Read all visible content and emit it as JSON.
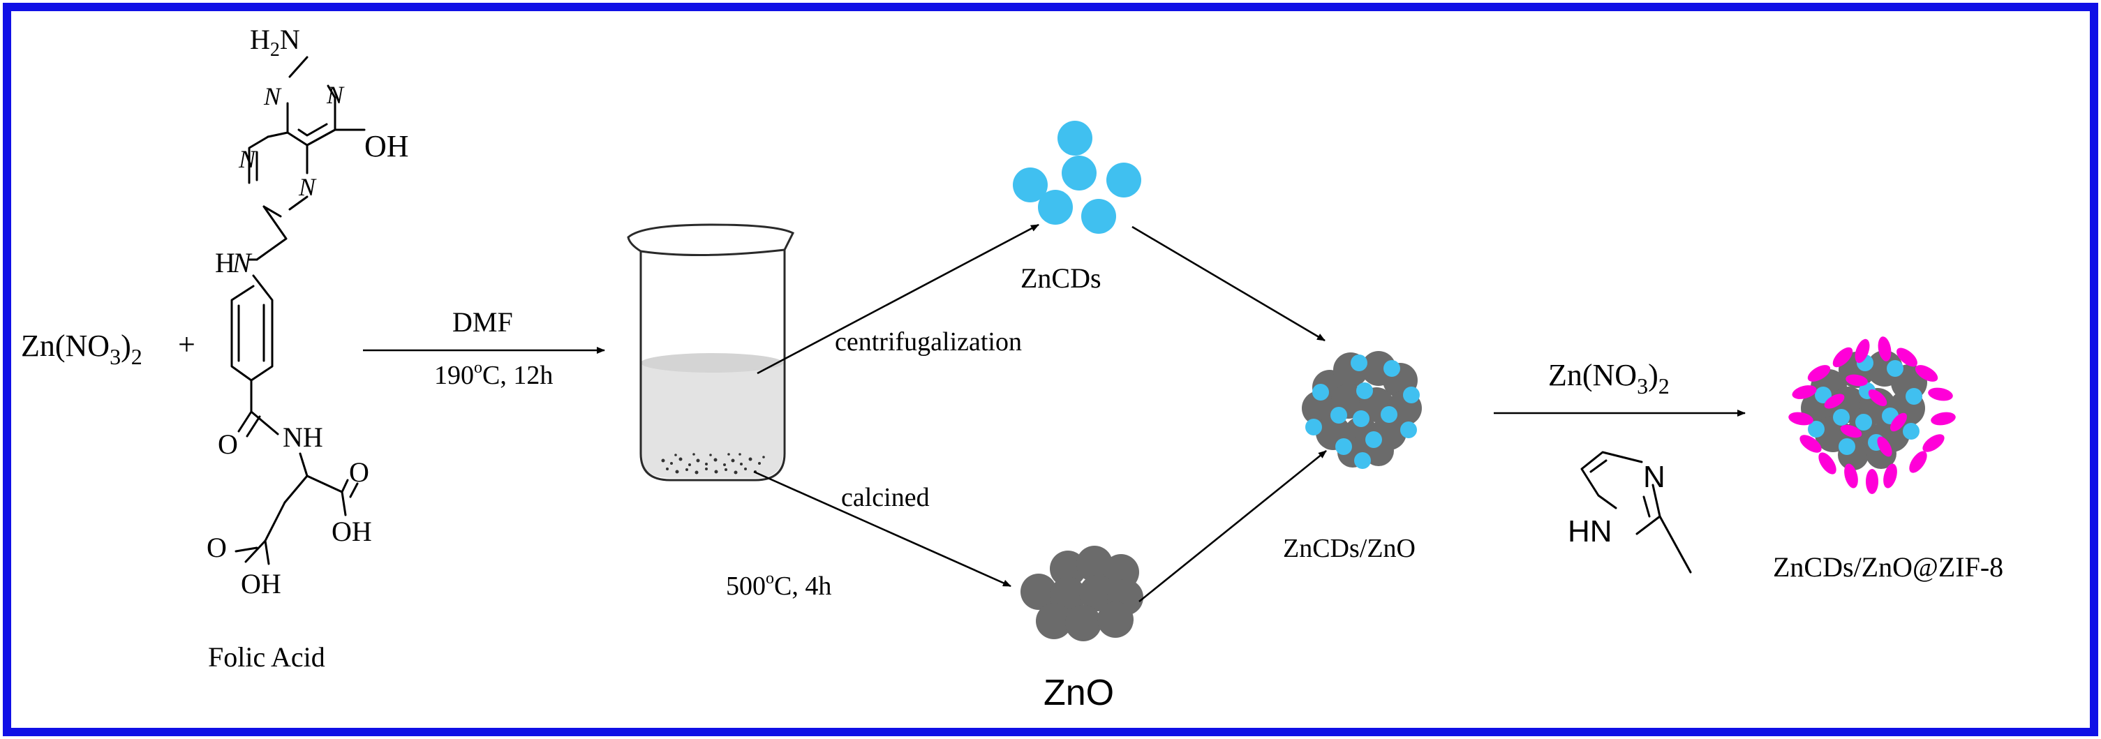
{
  "colors": {
    "frame": "#1010e6",
    "carbon_dot": "#40c0f0",
    "zno": "#6b6b6b",
    "zif8": "#ff00d8",
    "solution": "#e3e3e3"
  },
  "reagent": {
    "prefix": "Zn(NO",
    "sub": "3",
    "close": ")",
    "sub2": "2",
    "plus": "+"
  },
  "folic_acid": {
    "name": "Folic Acid",
    "atoms": {
      "h2n": "H",
      "h2n_sub": "2",
      "h2n_n": "N",
      "n1": "N",
      "n2": "N",
      "n3": "N",
      "n4": "N",
      "oh_ring": "OH",
      "hn": "H",
      "hn_n": "N",
      "amide_o": "O",
      "amide_nh": "NH",
      "acid1_o": "O",
      "acid1_oh": "OH",
      "acid2_o": "O",
      "acid2_oh": "OH"
    }
  },
  "step1": {
    "solvent": "DMF",
    "condition_temp": "190",
    "condition_deg": "o",
    "condition_rest": "C, 12h"
  },
  "branch_top": {
    "label": "centrifugalization",
    "product": "ZnCDs"
  },
  "branch_bottom": {
    "label": "calcined",
    "condition_temp": "500",
    "condition_deg": "o",
    "condition_rest": "C, 4h",
    "product": "ZnO"
  },
  "merge": {
    "product": "ZnCDs/ZnO"
  },
  "step3": {
    "prefix": "Zn(NO",
    "sub": "3",
    "close": ")",
    "sub2": "2",
    "imidazole_n": "N",
    "imidazole_hn": "HN"
  },
  "final": {
    "product": "ZnCDs/ZnO@ZIF-8"
  },
  "icons": [
    "beaker-icon",
    "carbon-dot-cluster-icon",
    "zno-cluster-icon",
    "composite-icon",
    "zif8-composite-icon",
    "2-methylimidazole-structure"
  ]
}
